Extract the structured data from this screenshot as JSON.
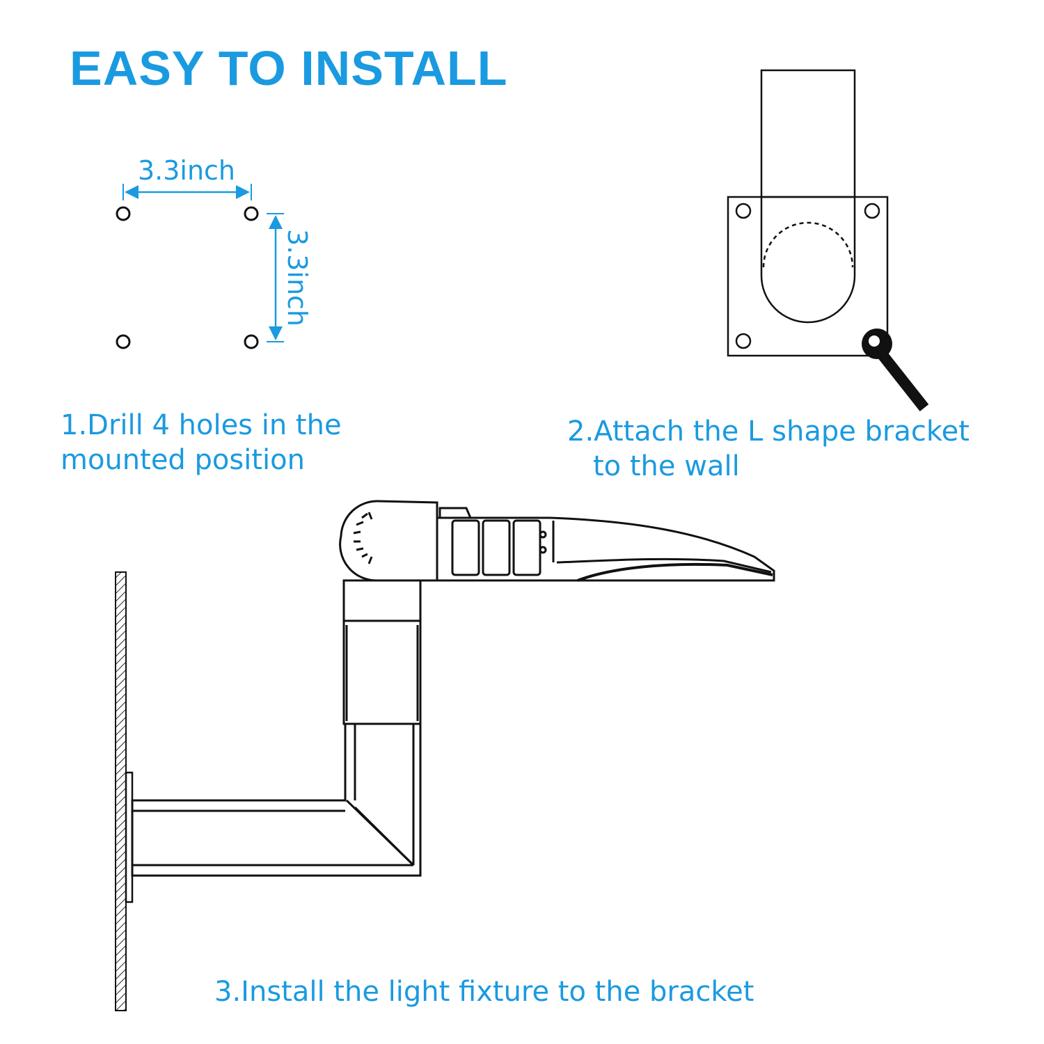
{
  "title": "EASY TO INSTALL",
  "colors": {
    "accent": "#1a9ae0",
    "line": "#111111"
  },
  "step1": {
    "line1": "1.Drill 4 holes in the",
    "line2": "mounted position",
    "dimension_horizontal": "3.3inch",
    "dimension_vertical": "3.3inch"
  },
  "step2": {
    "line1": "2.Attach the L shape bracket",
    "line2": "to the wall"
  },
  "step3": {
    "line1": "3.Install the light fixture to the bracket"
  }
}
